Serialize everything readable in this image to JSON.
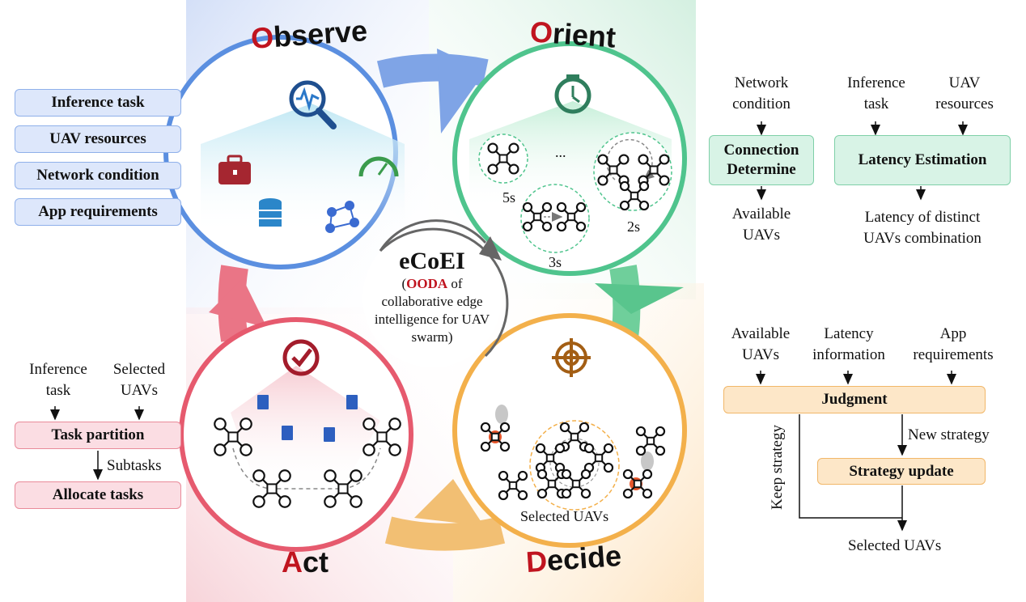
{
  "left_observe_items": [
    "Inference task",
    "UAV resources",
    "Network condition",
    "App requirements"
  ],
  "phases": {
    "observe": {
      "first": "O",
      "rest": "bserve"
    },
    "orient": {
      "first": "O",
      "rest": "rient"
    },
    "act": {
      "first": "A",
      "rest": "ct"
    },
    "decide": {
      "first": "D",
      "rest": "ecide"
    }
  },
  "center": {
    "title": "eCoEI",
    "paren_open": "(",
    "ooda": "OODA",
    "desc_after": " of collaborative edge intelligence for UAV swarm)"
  },
  "orient_circle": {
    "t5": "5s",
    "t3": "3s",
    "t2": "2s",
    "ellipsis": "..."
  },
  "decide_circle": {
    "selected": "Selected UAVs"
  },
  "orient_flow": {
    "network_condition": "Network\ncondition",
    "connection_determine": "Connection\nDetermine",
    "available_uavs": "Available\nUAVs",
    "inference_task": "Inference\ntask",
    "uav_resources": "UAV\nresources",
    "latency_estimation": "Latency Estimation",
    "latency_result": "Latency of distinct\nUAVs combination"
  },
  "decide_flow": {
    "available_uavs": "Available\nUAVs",
    "latency_information": "Latency\ninformation",
    "app_requirements": "App\nrequirements",
    "judgment": "Judgment",
    "new_strategy": "New strategy",
    "keep_strategy": "Keep strategy",
    "strategy_update": "Strategy update",
    "selected_uavs": "Selected UAVs"
  },
  "act_flow": {
    "inference_task": "Inference\ntask",
    "selected_uavs": "Selected\nUAVs",
    "task_partition": "Task partition",
    "subtasks": "Subtasks",
    "allocate_tasks": "Allocate tasks"
  },
  "colors": {
    "observe": "#5b8fe0",
    "orient": "#4fc48d",
    "decide": "#f3b04b",
    "act": "#e65a6e",
    "accent_red": "#c0141f"
  }
}
